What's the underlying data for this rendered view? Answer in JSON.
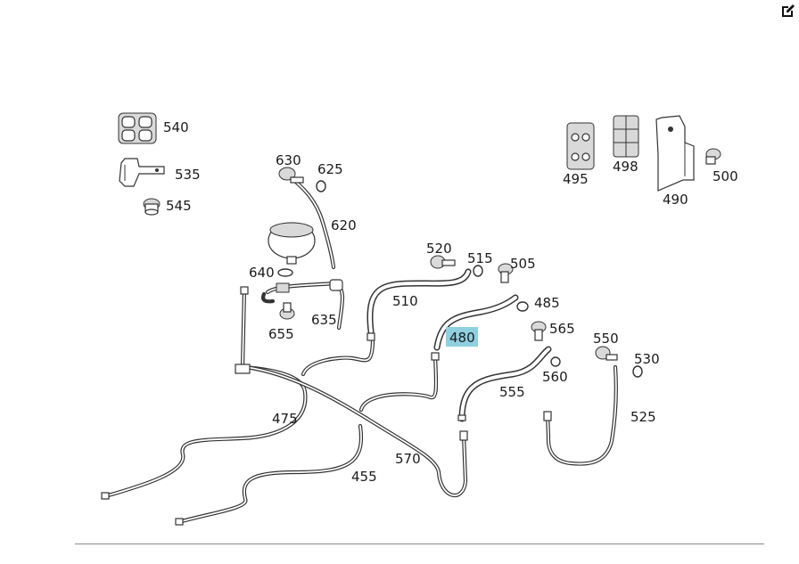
{
  "diagram": {
    "highlight_color": "#8ecfe0",
    "parts": [
      {
        "id": "540",
        "label": "540"
      },
      {
        "id": "535",
        "label": "535"
      },
      {
        "id": "545",
        "label": "545"
      },
      {
        "id": "630",
        "label": "630"
      },
      {
        "id": "625",
        "label": "625"
      },
      {
        "id": "620",
        "label": "620"
      },
      {
        "id": "640",
        "label": "640"
      },
      {
        "id": "655",
        "label": "655"
      },
      {
        "id": "635",
        "label": "635"
      },
      {
        "id": "520",
        "label": "520"
      },
      {
        "id": "515",
        "label": "515"
      },
      {
        "id": "505",
        "label": "505"
      },
      {
        "id": "510",
        "label": "510"
      },
      {
        "id": "485",
        "label": "485"
      },
      {
        "id": "480",
        "label": "480",
        "highlighted": true
      },
      {
        "id": "565",
        "label": "565"
      },
      {
        "id": "560",
        "label": "560"
      },
      {
        "id": "555",
        "label": "555"
      },
      {
        "id": "550",
        "label": "550"
      },
      {
        "id": "530",
        "label": "530"
      },
      {
        "id": "525",
        "label": "525"
      },
      {
        "id": "475",
        "label": "475"
      },
      {
        "id": "570",
        "label": "570"
      },
      {
        "id": "455",
        "label": "455"
      },
      {
        "id": "495",
        "label": "495"
      },
      {
        "id": "498",
        "label": "498"
      },
      {
        "id": "490",
        "label": "490"
      },
      {
        "id": "500",
        "label": "500"
      }
    ]
  },
  "toolbar": {
    "edit_icon": "edit-icon"
  }
}
